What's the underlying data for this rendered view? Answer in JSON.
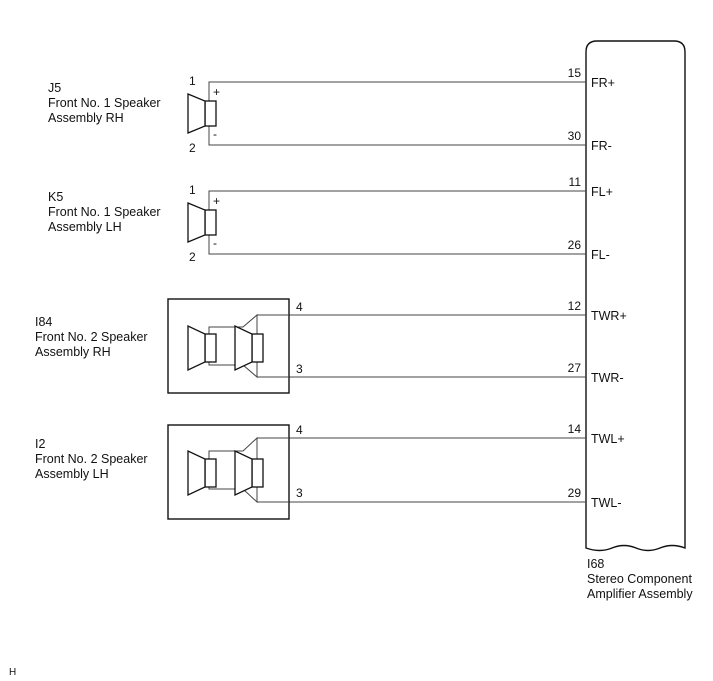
{
  "amplifier": {
    "code": "I68",
    "name_line1": "Stereo Component",
    "name_line2": "Amplifier Assembly"
  },
  "speakers": [
    {
      "code": "J5",
      "name_line1": "Front No. 1 Speaker",
      "name_line2": "Assembly RH",
      "pin_pos": "1",
      "pin_neg": "2",
      "pol_pos": "+",
      "pol_neg": "-"
    },
    {
      "code": "K5",
      "name_line1": "Front No. 1 Speaker",
      "name_line2": "Assembly LH",
      "pin_pos": "1",
      "pin_neg": "2",
      "pol_pos": "+",
      "pol_neg": "-"
    },
    {
      "code": "I84",
      "name_line1": "Front No. 2 Speaker",
      "name_line2": "Assembly RH",
      "pin_pos": "4",
      "pin_neg": "3"
    },
    {
      "code": "I2",
      "name_line1": "Front No. 2 Speaker",
      "name_line2": "Assembly LH",
      "pin_pos": "4",
      "pin_neg": "3"
    }
  ],
  "amp_terminals": [
    {
      "pin": "15",
      "name": "FR+"
    },
    {
      "pin": "30",
      "name": "FR-"
    },
    {
      "pin": "11",
      "name": "FL+"
    },
    {
      "pin": "26",
      "name": "FL-"
    },
    {
      "pin": "12",
      "name": "TWR+"
    },
    {
      "pin": "27",
      "name": "TWR-"
    },
    {
      "pin": "14",
      "name": "TWL+"
    },
    {
      "pin": "29",
      "name": "TWL-"
    }
  ],
  "footer_mark": "H"
}
